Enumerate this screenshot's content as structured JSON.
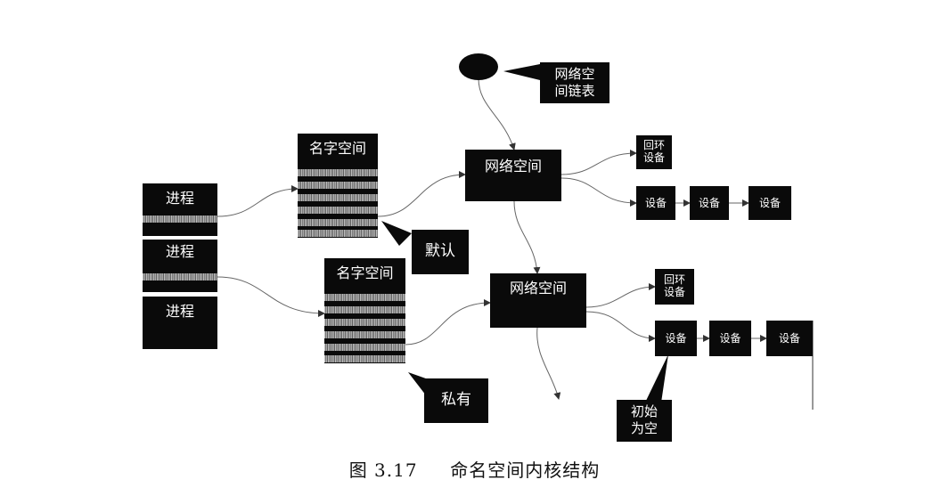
{
  "diagram": {
    "process_label": "进程",
    "namespace_label": "名字空间",
    "netns_label": "网络空间",
    "netns_list_label": [
      "网络空",
      "间链表"
    ],
    "loopback_label": [
      "回环",
      "设备"
    ],
    "device_label": "设备",
    "default_label": "默认",
    "private_label": "私有",
    "init_empty_label": [
      "初始",
      "为空"
    ]
  },
  "caption": {
    "figure_number": "图 3.17",
    "title": "命名空间内核结构"
  },
  "colors": {
    "box": "#0a0a0a",
    "stripe": "#9a9a9a",
    "line": "#555555"
  }
}
